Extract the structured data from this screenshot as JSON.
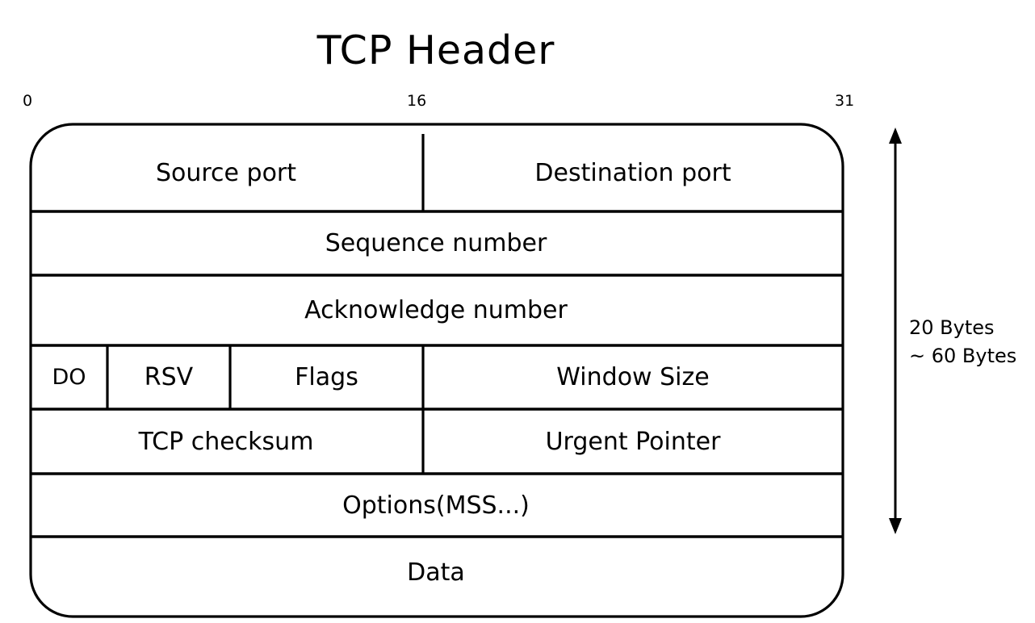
{
  "diagram": {
    "title": "TCP Header",
    "bit_ruler": {
      "start": "0",
      "middle": "16",
      "end": "31"
    },
    "rows": [
      {
        "name": "ports",
        "cells": [
          {
            "label": "Source port",
            "span": "0-15"
          },
          {
            "label": "Destination port",
            "span": "16-31"
          }
        ]
      },
      {
        "name": "sequence",
        "cells": [
          {
            "label": "Sequence number",
            "span": "0-31"
          }
        ]
      },
      {
        "name": "acknowledge",
        "cells": [
          {
            "label": "Acknowledge number",
            "span": "0-31"
          }
        ]
      },
      {
        "name": "offset-flags-window",
        "cells": [
          {
            "label": "DO",
            "span": "0-3"
          },
          {
            "label": "RSV",
            "span": "4-9"
          },
          {
            "label": "Flags",
            "span": "10-15"
          },
          {
            "label": "Window Size",
            "span": "16-31"
          }
        ]
      },
      {
        "name": "checksum-urgent",
        "cells": [
          {
            "label": "TCP checksum",
            "span": "0-15"
          },
          {
            "label": "Urgent Pointer",
            "span": "16-31"
          }
        ]
      },
      {
        "name": "options",
        "cells": [
          {
            "label": "Options(MSS...)",
            "span": "0-31"
          }
        ]
      },
      {
        "name": "data",
        "cells": [
          {
            "label": "Data",
            "span": "0-31"
          }
        ]
      }
    ],
    "size_annotation": {
      "line1": "20 Bytes",
      "line2": "~ 60 Bytes",
      "icon": "double-headed-vertical-arrow"
    },
    "colors": {
      "stroke": "#000000",
      "background": "#ffffff",
      "text": "#000000"
    }
  }
}
